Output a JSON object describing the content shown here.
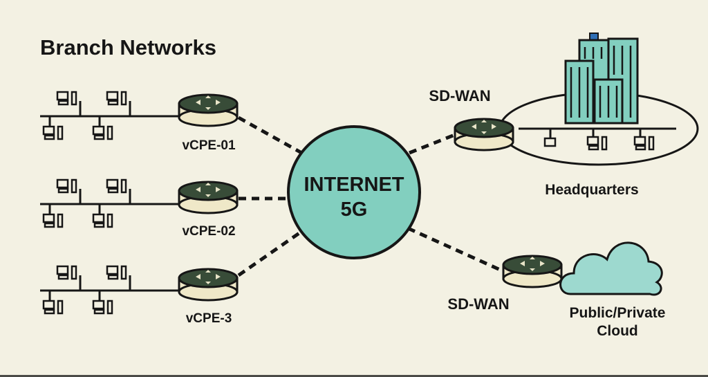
{
  "title": "Branch Networks",
  "cpe": [
    {
      "label": "vCPE-01"
    },
    {
      "label": "vCPE-02"
    },
    {
      "label": "vCPE-3"
    }
  ],
  "hub": {
    "line1": "INTERNET",
    "line2": "5G"
  },
  "sdwan_top": "SD-WAN",
  "sdwan_bottom": "SD-WAN",
  "headquarters": "Headquarters",
  "cloud": {
    "line1": "Public/Private",
    "line2": "Cloud"
  },
  "colors": {
    "background": "#f3f1e3",
    "hub": "#82cfbf",
    "router_top": "#384c38",
    "router_body": "#efe8c8",
    "building": "#82cfbf",
    "cloud": "#9dd9cf",
    "beacon": "#2f6fb5"
  },
  "icons": [
    "router-icon",
    "computer-icon",
    "building-icon",
    "cloud-icon"
  ]
}
